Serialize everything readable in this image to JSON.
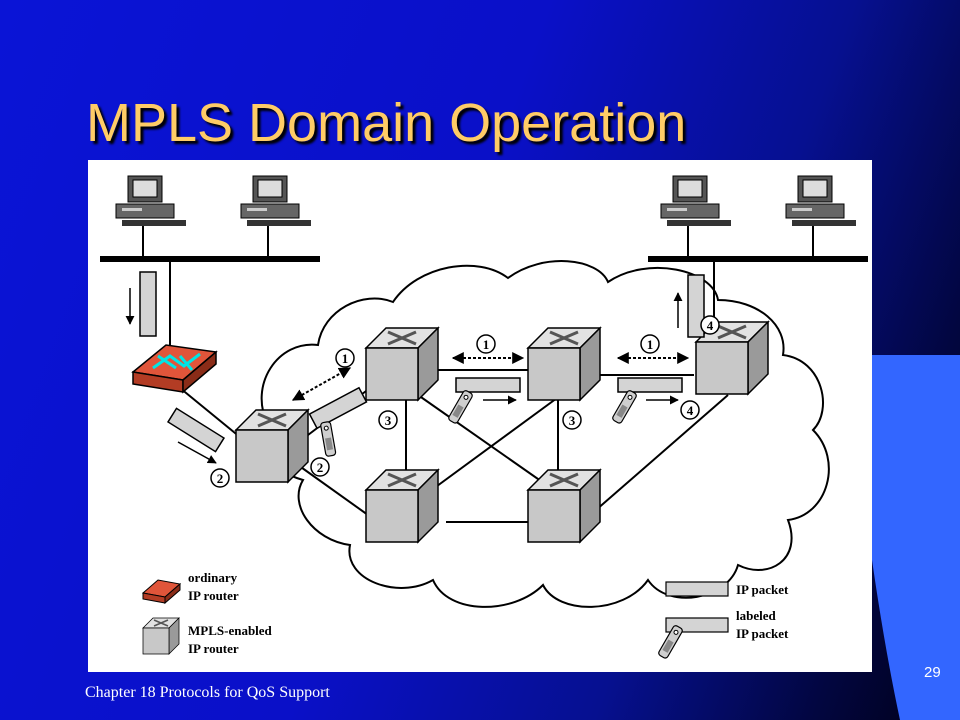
{
  "slide": {
    "title": "MPLS Domain Operation",
    "footer": "Chapter 18 Protocols for QoS Support",
    "page_number": "29",
    "title_color": "#ffcc66",
    "background_color": "#0a14d6",
    "accent_color": "#3366ff"
  },
  "diagram": {
    "step_labels": [
      "1",
      "1",
      "1",
      "2",
      "2",
      "3",
      "3",
      "4",
      "4"
    ],
    "legend": {
      "ordinary_router": [
        "ordinary",
        "IP router"
      ],
      "mpls_router": [
        "MPLS-enabled",
        "IP router"
      ],
      "ip_packet": [
        "IP packet"
      ],
      "labeled_packet": [
        "labeled",
        "IP packet"
      ]
    }
  }
}
